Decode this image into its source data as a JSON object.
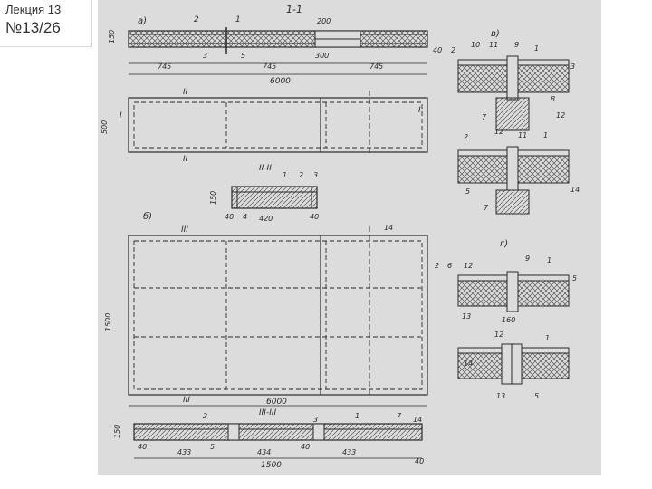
{
  "slide_label": {
    "lecture": "Лекция 13",
    "number": "№13/26"
  },
  "drawing": {
    "title_section": "1-1",
    "section_a": "а)",
    "section_b": "б)",
    "section_v": "в)",
    "section_g": "г)",
    "section_II": "II-II",
    "section_III": "III-III",
    "cut_I": "I",
    "cut_II": "II",
    "cut_III": "III",
    "dims": {
      "d150": "150",
      "d200": "200",
      "d300": "300",
      "d40": "40",
      "d745": "745",
      "d6000": "6000",
      "d500": "500",
      "d420": "420",
      "d1500": "1500",
      "d433": "433",
      "d434": "434",
      "d160": "160"
    },
    "parts": [
      "1",
      "2",
      "3",
      "4",
      "5",
      "6",
      "7",
      "8",
      "9",
      "10",
      "11",
      "12",
      "13",
      "14"
    ]
  },
  "colors": {
    "paper": "#dcdcdc",
    "ink": "#2a2a2a",
    "hatch": "#555555"
  }
}
